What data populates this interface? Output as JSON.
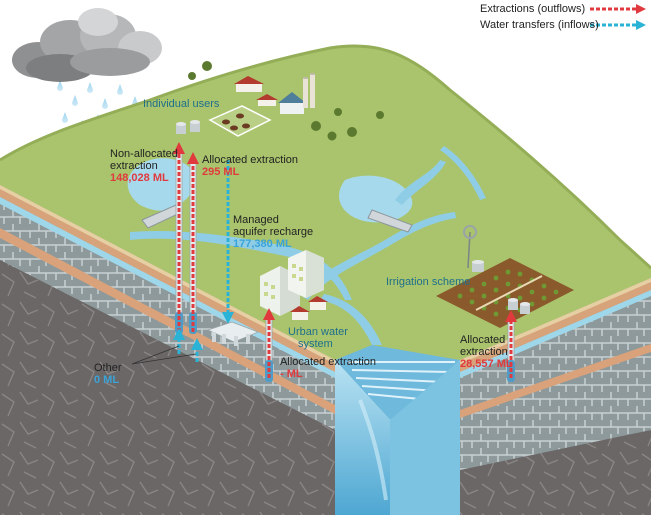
{
  "legend": {
    "extractions": "Extractions (outflows)",
    "transfers": "Water transfers (inflows)"
  },
  "labels": {
    "individual_users": "Individual users",
    "non_allocated_line1": "Non-allocated",
    "non_allocated_line2": "extraction",
    "non_allocated_value": "148,028 ML",
    "allocated_left": "Allocated extraction",
    "allocated_left_value": "295 ML",
    "mar_line1": "Managed",
    "mar_line2": "aquifer recharge",
    "mar_value": "177,380 ML",
    "urban_line1": "Urban water",
    "urban_line2": "system",
    "urban_alloc": "Allocated extraction",
    "urban_alloc_value": "- ML",
    "irrigation": "Irrigation scheme",
    "irr_alloc_line1": "Allocated",
    "irr_alloc_line2": "extraction",
    "irr_alloc_value": "28,557 ML",
    "other": "Other",
    "other_value": "0 ML"
  },
  "colors": {
    "outflow": "#e03a3e",
    "inflow": "#2ab3d6",
    "ground": "#a9c36a",
    "water": "#8fcde6",
    "rock": "#8f9a9c"
  }
}
